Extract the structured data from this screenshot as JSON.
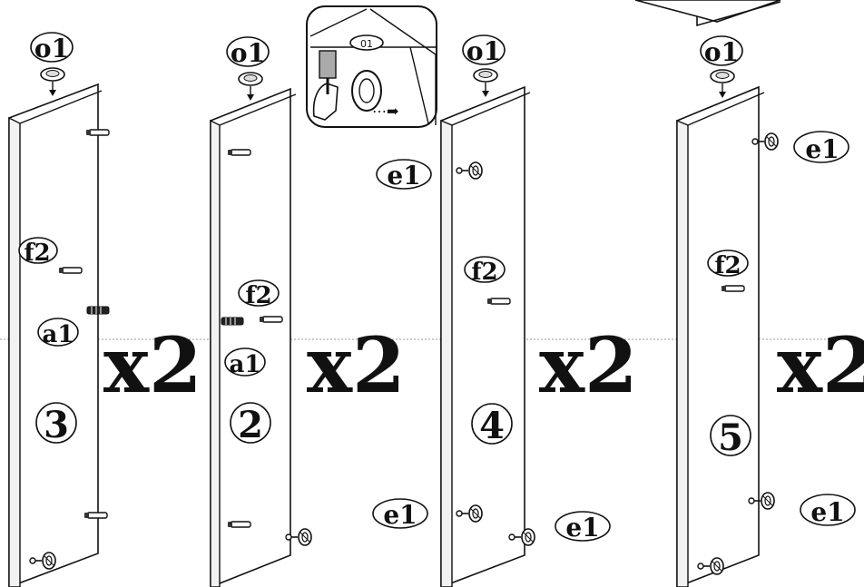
{
  "panels": [
    {
      "number": "3",
      "multiplier": "x2"
    },
    {
      "number": "2",
      "multiplier": "x2"
    },
    {
      "number": "4",
      "multiplier": "x2"
    },
    {
      "number": "5",
      "multiplier": "x2"
    }
  ],
  "parts": {
    "cam_cover": "o1",
    "cam_lock": "e1",
    "wood_dowel": "f2",
    "cam_bolt": "a1"
  },
  "detail_inset": {
    "part_label": "01"
  },
  "colors": {
    "ink": "#111111",
    "paper": "#ffffff",
    "guide_line": "#9a9a9a"
  }
}
